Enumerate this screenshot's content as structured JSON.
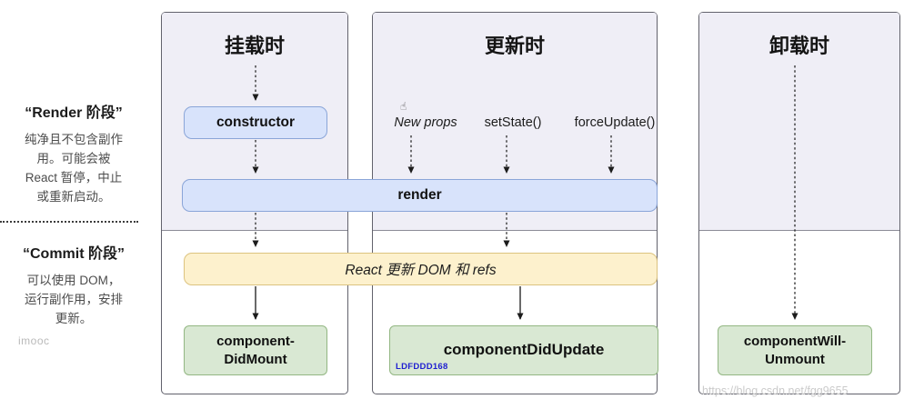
{
  "sidebar": {
    "render_phase": {
      "title": "“Render 阶段”",
      "lines": [
        "纯净且不包含副作",
        "用。可能会被",
        "React 暂停，中止",
        "或重新启动。"
      ]
    },
    "commit_phase": {
      "title": "“Commit 阶段”",
      "lines": [
        "可以使用 DOM，",
        "运行副作用，安排",
        "更新。"
      ]
    },
    "watermark": "imooc"
  },
  "columns": [
    {
      "id": "mounting",
      "title": "挂载时"
    },
    {
      "id": "updating",
      "title": "更新时"
    },
    {
      "id": "unmounting",
      "title": "卸载时"
    }
  ],
  "triggers": {
    "new_props": "New props",
    "set_state": "setState()",
    "force_update": "forceUpdate()",
    "hand_icon": "☝"
  },
  "nodes": {
    "constructor": "constructor",
    "render": "render",
    "react_updates": "React 更新 DOM 和 refs",
    "component_did_mount": {
      "line1": "component-",
      "line2": "DidMount"
    },
    "component_did_update": "componentDidUpdate",
    "component_will_unmount": {
      "line1": "componentWill-",
      "line2": "Unmount"
    }
  },
  "watermarks": {
    "ldfddd": "LDFDDD168",
    "csdn": "https://blog.csdn.net/fgg9655"
  },
  "colors": {
    "node_blue_bg": "#d8e3fb",
    "node_blue_border": "#8aa5d8",
    "node_yellow_bg": "#fdf1cd",
    "node_yellow_border": "#dcc37f",
    "node_green_bg": "#d9e8d3",
    "node_green_border": "#93b783",
    "column_top_bg": "#efeef6",
    "watermark_blue": "#1f1fd1"
  }
}
